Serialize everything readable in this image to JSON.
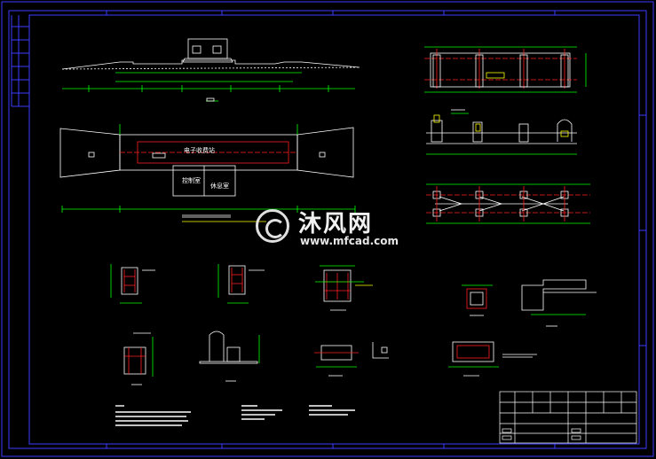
{
  "drawing": {
    "plan_label": "电子收费站",
    "booth_left_label": "控制室",
    "booth_right_label": "休息室"
  },
  "watermark": {
    "brand_cn": "沐风网",
    "url": "www.mfcad.com"
  },
  "colors": {
    "background": "#000000",
    "frame": "#3c3cff",
    "line": "#ffffff",
    "dimension": "#00ff00",
    "axis": "#ff2020",
    "accent": "#ffff00",
    "cyan": "#00e5ff"
  }
}
